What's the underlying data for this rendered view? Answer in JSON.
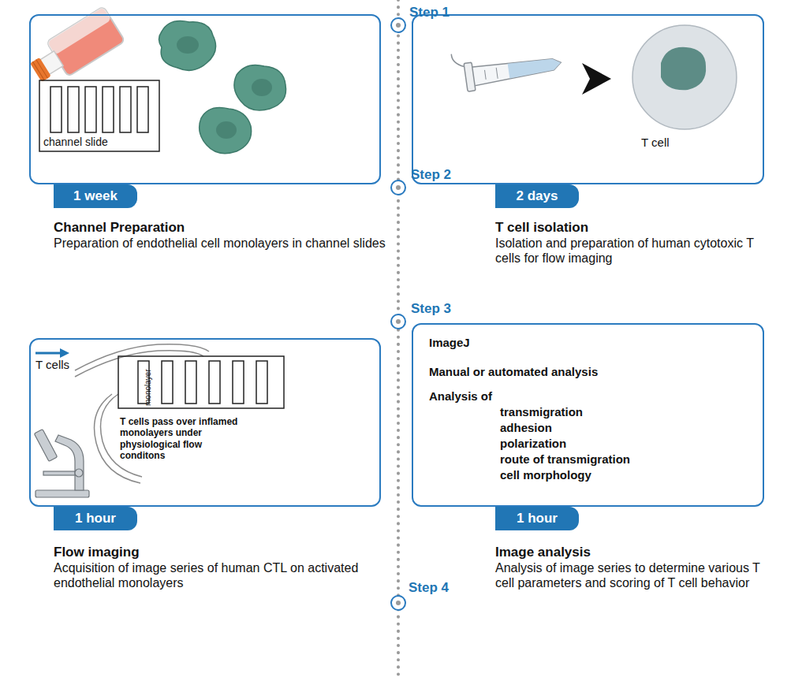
{
  "diagram": {
    "nodes": [
      {
        "text": [
          "Channel Preparation",
          "Preparation of endothelial cell monolayers in channel slides"
        ]
      },
      {
        "text": [
          "1 week"
        ],
        "in": 0
      },
      {
        "text": [
          "T cell isolation",
          "Isolation and preparation of human cytotoxic T cells for flow imaging"
        ]
      },
      {
        "text": [
          "2 days"
        ],
        "in": 2
      },
      {
        "text": [
          "Flow imaging",
          "Acquisition of image series of human CTL on activated endothelial monolayers"
        ]
      },
      {
        "text": [
          "1 hour"
        ],
        "in": 4
      },
      {
        "text": [
          "ImageJ",
          "Manual or automated analysis",
          "Analysis of",
          "transmigration",
          "adhesion",
          "polarization",
          "route of transmigration",
          "cell morphology",
          "Image analysis",
          "Analysis of image series to determine various T cell parameters and scoring of T cell behavior"
        ]
      },
      {
        "text": [
          "1 hour"
        ],
        "in": 6
      }
    ],
    "labels": [
      "Step 1",
      "Step 2",
      "Step 3",
      "Step 4",
      "channel slide",
      "T cell",
      "T cells",
      "monolayer",
      "T cells pass over inflamed monolayers under physiological flow conditons"
    ]
  }
}
